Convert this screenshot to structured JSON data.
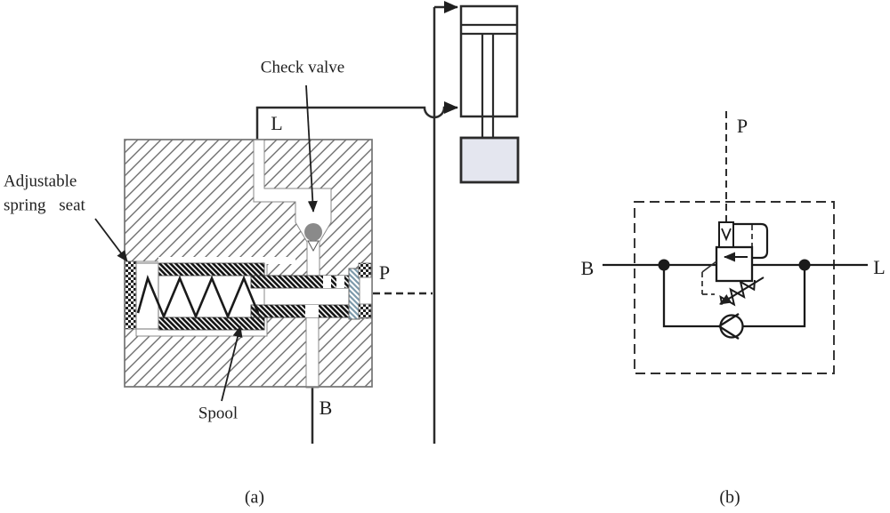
{
  "figure": {
    "caption_a": "(a)",
    "caption_b": "(b)",
    "panel_a": {
      "type": "cutaway-counterbalance-valve-with-cylinder",
      "labels": {
        "check_valve": "Check valve",
        "adjustable_line1": "Adjustable",
        "adjustable_line2": "spring  seat",
        "spool": "Spool",
        "port_l": "L",
        "port_p": "P",
        "port_b": "B"
      }
    },
    "panel_b": {
      "type": "hydraulic-symbol-counterbalance-valve",
      "labels": {
        "port_b": "B",
        "port_p": "P",
        "port_l": "L"
      }
    },
    "colors": {
      "line": "#2b2b2b",
      "body_hatch": "#6f6f6f",
      "check_ball": "#8a8a8a",
      "load_block": "#e4e6ef",
      "end_plug": "#7d9aab"
    }
  }
}
